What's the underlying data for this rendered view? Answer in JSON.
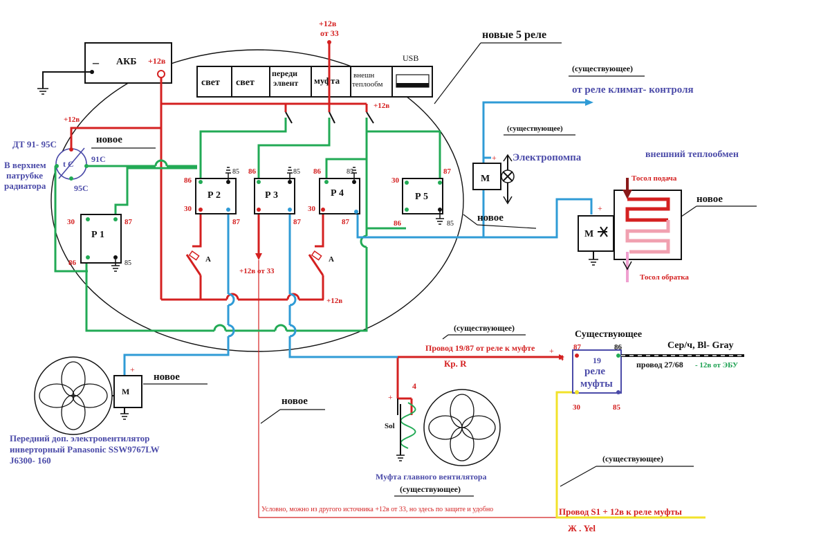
{
  "battery": {
    "label": "АКБ",
    "minus": "–",
    "plus": "+12в"
  },
  "top_feed": {
    "line1": "+12в",
    "line2": "от 33"
  },
  "new_relays_label": "новые 5 реле",
  "switch_panel": {
    "usb": "USB",
    "switches": [
      "свет",
      "свет",
      "переди элвент",
      "муфта",
      "внешн теплообм"
    ]
  },
  "bus_labels": {
    "plus12_top_left": "+12в",
    "plus12_switch": "+12в",
    "plus12_bottom": "+12в",
    "plus12_from33": "+12в от 33"
  },
  "sensor": {
    "name": "ДТ 91- 95С",
    "location": [
      "В верхнем",
      "патрубке",
      "радиатора"
    ],
    "symbol": "t C",
    "t91": "91С",
    "t95": "95С",
    "new": "новое"
  },
  "relays": {
    "p1": {
      "name": "Р 1",
      "pins": [
        "30",
        "87",
        "86",
        "85"
      ]
    },
    "p2": {
      "name": "Р 2",
      "pins": [
        "86",
        "85",
        "30",
        "87"
      ]
    },
    "p3": {
      "name": "Р 3",
      "pins": [
        "86",
        "85",
        "87"
      ]
    },
    "p4": {
      "name": "Р 4",
      "pins": [
        "86",
        "85",
        "30",
        "87"
      ]
    },
    "p5": {
      "name": "Р 5",
      "pins": [
        "30",
        "87",
        "86",
        "85"
      ]
    }
  },
  "fuse_label": "А",
  "climate": {
    "existing": "(существующее)",
    "from_relay": "от реле климат- контроля"
  },
  "pump": {
    "existing": "(существующее)",
    "name": "Электропомпа",
    "motor": "М",
    "plus": "+"
  },
  "heat_exchanger": {
    "title": "внешний теплообмен",
    "supply": "Тосол подача",
    "return": "Тосол обратка",
    "new": "новое",
    "motor": "М",
    "plus": "+"
  },
  "relay5_new": "новое",
  "front_fan": {
    "motor": "М",
    "plus": "+",
    "new": "новое",
    "caption": [
      "Передний доп. электровентилятор",
      "инверторный Panasonic SSW9767LW",
      "J6300- 160"
    ]
  },
  "wire_new": "новое",
  "clutch_wire": {
    "existing": "(существующее)",
    "text": "Провод 19/87 от реле к муфте",
    "color": "Кр. R",
    "pin": "4",
    "plus": "+"
  },
  "clutch_relay": {
    "existing": "Существующее",
    "num": "19",
    "name1": "реле",
    "name2": "муфты",
    "pins": [
      "87",
      "86",
      "30",
      "85"
    ]
  },
  "ecu_wire": {
    "color": "Сер/ч,  Bl- Gray",
    "wire": "провод 27/68",
    "minus": "- 12в от ЭБУ"
  },
  "solenoid": {
    "label": "Sol",
    "pin": "4",
    "plus": "+"
  },
  "main_fan": {
    "caption": "Муфта главного вентилятора",
    "existing": "(существующее)"
  },
  "s1_wire": {
    "existing": "(существующее)",
    "text": "Провод S1 + 12в к реле муфты",
    "color": "Ж .  Yel"
  },
  "note": "Условно, можно из другого источника +12в от 33, но здесь по защите и удобно"
}
